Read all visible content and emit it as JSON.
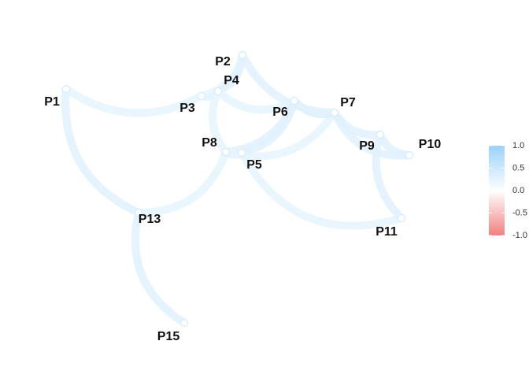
{
  "chart_data": {
    "type": "network",
    "nodes": [
      "P1",
      "P2",
      "P3",
      "P4",
      "P5",
      "P6",
      "P7",
      "P8",
      "P9",
      "P10",
      "P11",
      "P13",
      "P15"
    ],
    "edges": [
      {
        "from": "P1",
        "to": "P13",
        "value": 0.3
      },
      {
        "from": "P1",
        "to": "P3",
        "value": 0.25
      },
      {
        "from": "P13",
        "to": "P15",
        "value": 0.3
      },
      {
        "from": "P13",
        "to": "P8",
        "value": 0.25
      },
      {
        "from": "P3",
        "to": "P4",
        "value": 0.3
      },
      {
        "from": "P3",
        "to": "P2",
        "value": 0.25
      },
      {
        "from": "P4",
        "to": "P2",
        "value": 0.3
      },
      {
        "from": "P4",
        "to": "P6",
        "value": 0.25
      },
      {
        "from": "P4",
        "to": "P8",
        "value": 0.25
      },
      {
        "from": "P8",
        "to": "P5",
        "value": 0.3
      },
      {
        "from": "P8",
        "to": "P6",
        "value": 0.3
      },
      {
        "from": "P8",
        "to": "P7",
        "value": 0.25
      },
      {
        "from": "P5",
        "to": "P6",
        "value": 0.3
      },
      {
        "from": "P5",
        "to": "P11",
        "value": 0.25
      },
      {
        "from": "P6",
        "to": "P7",
        "value": 0.35
      },
      {
        "from": "P2",
        "to": "P7",
        "value": 0.3
      },
      {
        "from": "P7",
        "to": "P9",
        "value": 0.3
      },
      {
        "from": "P7",
        "to": "P10",
        "value": 0.3
      },
      {
        "from": "P9",
        "to": "P10",
        "value": 0.3
      },
      {
        "from": "P9",
        "to": "P11",
        "value": 0.3
      }
    ],
    "legend": {
      "position": "right",
      "ticks": [
        "1.0",
        "0.5",
        "0.0",
        "-0.5",
        "-1.0"
      ],
      "colors": {
        "high": "#99d1fb",
        "mid": "#ffffff",
        "low": "#f28080"
      },
      "range": [
        -1,
        1
      ]
    }
  }
}
